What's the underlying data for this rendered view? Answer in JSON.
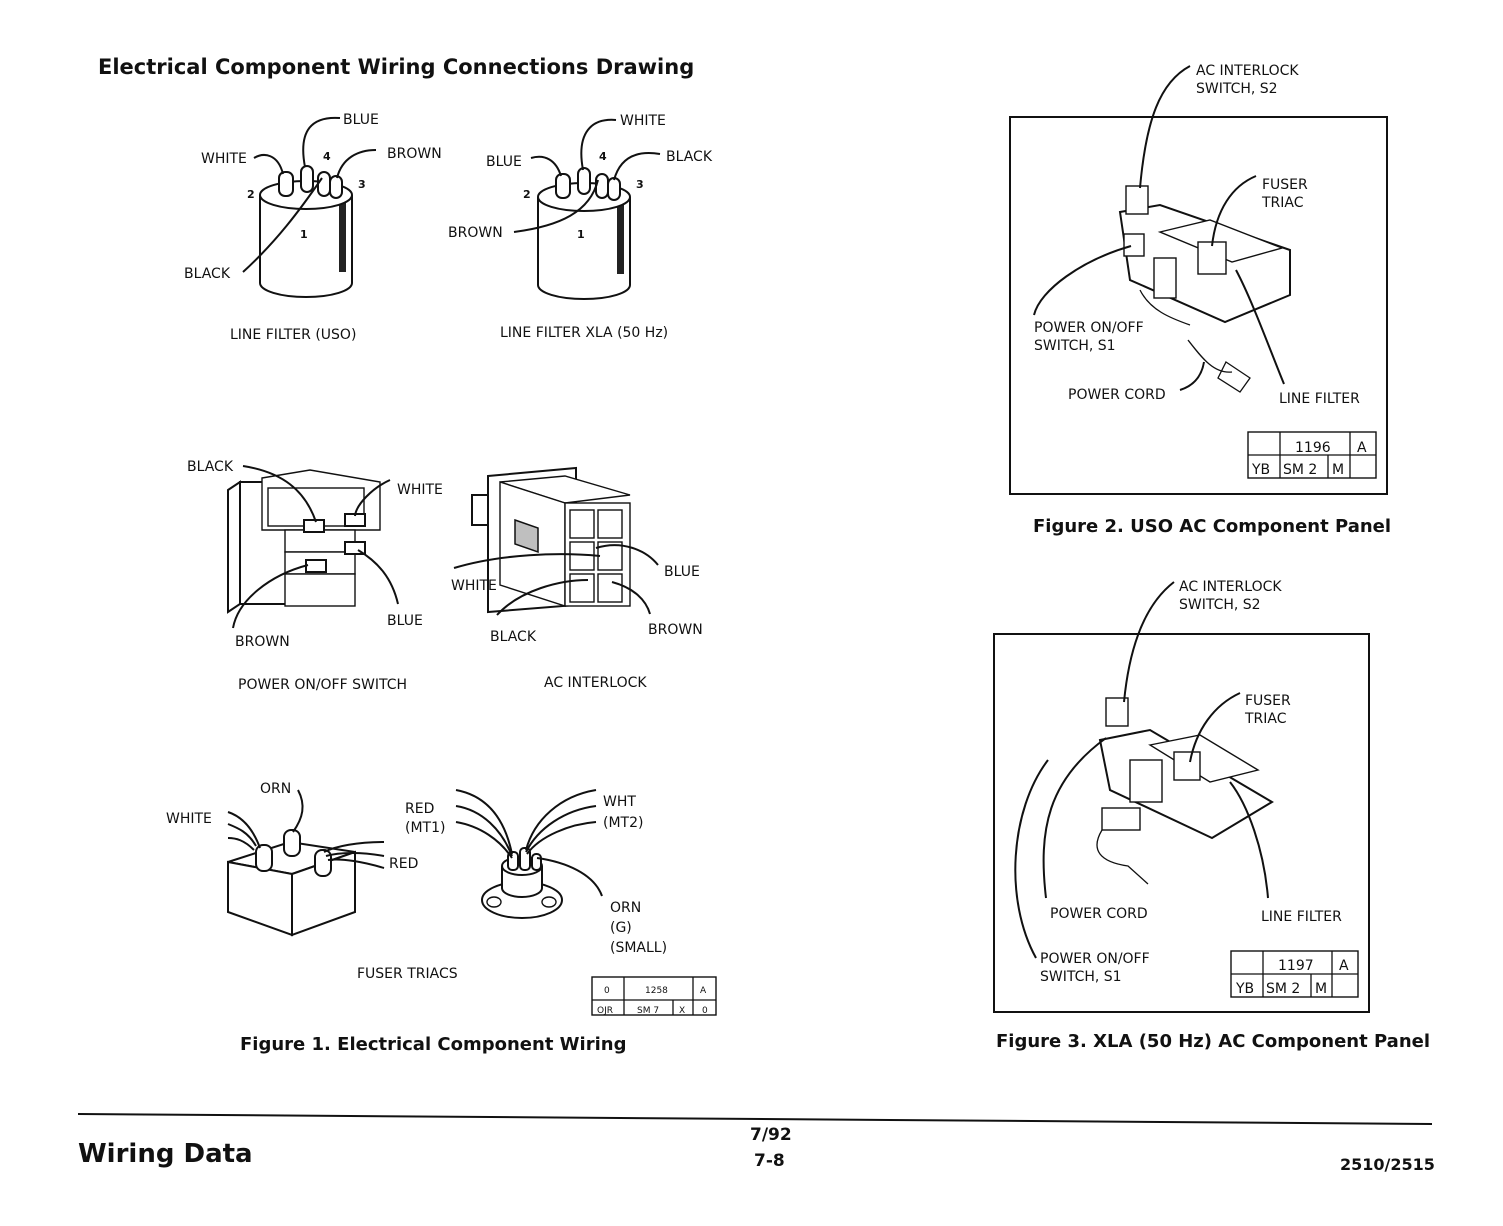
{
  "page": {
    "title": "Electrical Component Wiring Connections Drawing",
    "footer": {
      "section": "Wiring Data",
      "date": "7/92",
      "page_number": "7-8",
      "model": "2510/2515"
    }
  },
  "figure1": {
    "caption": "Figure 1. Electrical Component Wiring",
    "line_filter_uso": {
      "caption": "LINE FILTER (USO)",
      "labels": {
        "blue": "BLUE",
        "white": "WHITE",
        "brown": "BROWN",
        "black": "BLACK"
      },
      "terminals": [
        "1",
        "2",
        "3",
        "4"
      ]
    },
    "line_filter_xla": {
      "caption": "LINE FILTER XLA (50 Hz)",
      "labels": {
        "white": "WHITE",
        "blue": "BLUE",
        "black": "BLACK",
        "brown": "BROWN"
      },
      "terminals": [
        "1",
        "2",
        "3",
        "4"
      ]
    },
    "power_switch": {
      "caption": "POWER ON/OFF SWITCH",
      "labels": {
        "black": "BLACK",
        "white": "WHITE",
        "brown": "BROWN",
        "blue": "BLUE"
      }
    },
    "ac_interlock": {
      "caption": "AC INTERLOCK",
      "labels": {
        "white": "WHITE",
        "blue": "BLUE",
        "black": "BLACK",
        "brown": "BROWN"
      }
    },
    "fuser_triacs": {
      "caption": "FUSER TRIACS",
      "labels": {
        "orn": "ORN",
        "white": "WHITE",
        "red1": "RED",
        "mt1": "(MT1)",
        "red2": "RED",
        "wht": "WHT",
        "mt2": "(MT2)",
        "orn2": "ORN",
        "g": "(G)",
        "small": "(SMALL)"
      }
    },
    "ref_block": {
      "r1": [
        "0",
        "1258",
        "A"
      ],
      "r2": [
        "OJR",
        "SM 7",
        "X",
        "0"
      ]
    }
  },
  "figure2": {
    "caption": "Figure 2. USO AC Component Panel",
    "labels": {
      "interlock_1": "AC INTERLOCK",
      "interlock_2": "SWITCH, S2",
      "triac_1": "FUSER",
      "triac_2": "TRIAC",
      "switch_1": "POWER ON/OFF",
      "switch_2": "SWITCH, S1",
      "cord": "POWER CORD",
      "filter": "LINE FILTER"
    },
    "ref_block": {
      "r1": [
        "1196",
        "A"
      ],
      "r2": [
        "YB",
        "SM 2",
        "M"
      ]
    }
  },
  "figure3": {
    "caption": "Figure 3. XLA (50 Hz) AC Component Panel",
    "labels": {
      "interlock_1": "AC INTERLOCK",
      "interlock_2": "SWITCH, S2",
      "triac_1": "FUSER",
      "triac_2": "TRIAC",
      "cord": "POWER CORD",
      "filter": "LINE FILTER",
      "switch_1": "POWER ON/OFF",
      "switch_2": "SWITCH, S1"
    },
    "ref_block": {
      "r1": [
        "1197",
        "A"
      ],
      "r2": [
        "YB",
        "SM 2",
        "M"
      ]
    }
  }
}
